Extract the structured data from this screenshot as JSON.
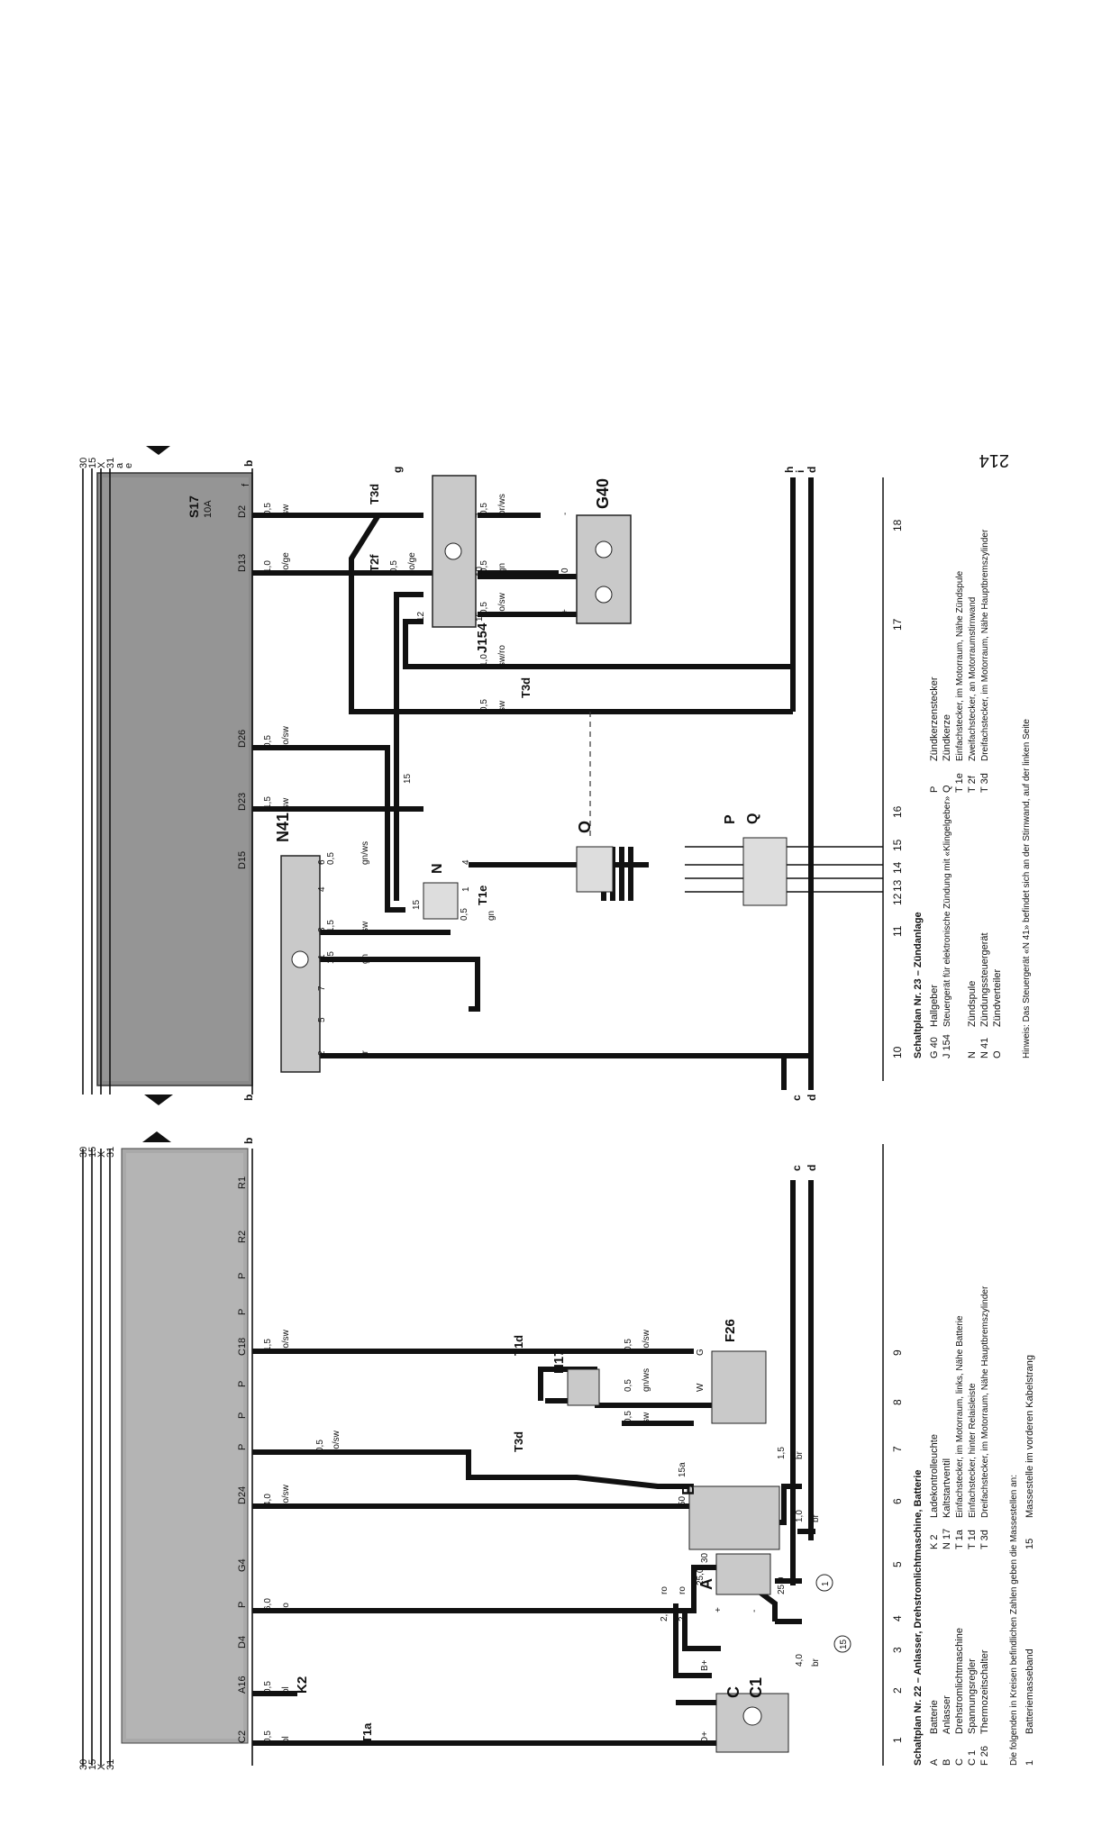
{
  "page_number": "214",
  "bus_labels": [
    "30",
    "15",
    "X",
    "31"
  ],
  "bus_labels_extra": [
    "a",
    "e",
    "f"
  ],
  "wire_letters": [
    "b",
    "c",
    "d",
    "g",
    "h",
    "i"
  ],
  "plan22": {
    "title": "Schaltplan Nr. 22 – Anlasser, Drehstromlichtmaschine, Batterie",
    "legend_left": [
      {
        "code": "A",
        "text": "Batterie"
      },
      {
        "code": "B",
        "text": "Anlasser"
      },
      {
        "code": "C",
        "text": "Drehstromlichtmaschine"
      },
      {
        "code": "C 1",
        "text": "Spannungsregler"
      },
      {
        "code": "F 26",
        "text": "Thermozeitschalter"
      }
    ],
    "legend_right": [
      {
        "code": "K 2",
        "text": "Ladekontrolleuchte"
      },
      {
        "code": "N 17",
        "text": "Kaltstartventil"
      },
      {
        "code": "T 1a",
        "text": "Einfachstecker, im Motorraum, links, Nähe Batterie"
      },
      {
        "code": "T 1d",
        "text": "Einfachstecker, hinter Relaisleiste"
      },
      {
        "code": "T 3d",
        "text": "Dreifachstecker, im Motorraum, Nähe Hauptbremszylinder"
      }
    ],
    "mass_note": "Die folgenden in Kreisen befindlichen Zahlen geben die Massestellen an:",
    "mass_points": [
      {
        "code": "1",
        "text": "Batteriemasseband"
      },
      {
        "code": "15",
        "text": "Massestelle im vorderen Kabelstrang"
      }
    ],
    "track_numbers": [
      "1",
      "2",
      "3",
      "4",
      "5",
      "6",
      "7",
      "8",
      "9"
    ],
    "relay_terminals": [
      "C2",
      "A16",
      "D4",
      "P",
      "G4",
      "D24",
      "P",
      "P",
      "P",
      "C18",
      "P",
      "P",
      "R2",
      "R1"
    ],
    "components": [
      "A",
      "B",
      "C",
      "C1",
      "F26",
      "N17",
      "K2",
      "T1a",
      "T1d",
      "T3d"
    ],
    "wires": [
      {
        "size": "0,5",
        "color": "bl"
      },
      {
        "size": "0,5",
        "color": "bl"
      },
      {
        "size": "6,0",
        "color": "ro"
      },
      {
        "size": "4,0",
        "color": "ro/sw"
      },
      {
        "size": "0,5",
        "color": "ro/sw"
      },
      {
        "size": "1,5",
        "color": "ro/sw"
      },
      {
        "size": "0,5",
        "color": "sw"
      },
      {
        "size": "0,5",
        "color": "gn/ws"
      },
      {
        "size": "0,5",
        "color": "ro/sw"
      },
      {
        "size": "2,5",
        "color": "ro"
      },
      {
        "size": "2,5",
        "color": "ro"
      },
      {
        "size": "25,0",
        "color": ""
      },
      {
        "size": "4,0",
        "color": "br"
      },
      {
        "size": "25,0",
        "color": ""
      },
      {
        "size": "1,5",
        "color": "br"
      },
      {
        "size": "1,0",
        "color": "br"
      }
    ],
    "terminal_marks": [
      "D+",
      "B+",
      "30",
      "50",
      "15a",
      "G",
      "W",
      "+",
      "-"
    ]
  },
  "plan23": {
    "title": "Schaltplan Nr. 23 – Zündanlage",
    "legend_left": [
      {
        "code": "G 40",
        "text": "Hallgeber"
      },
      {
        "code": "J 154",
        "text": "Steuergerät für elektronische Zündung mit «Klingelgeber»"
      },
      {
        "code": "N",
        "text": "Zündspule"
      },
      {
        "code": "N 41",
        "text": "Zündungssteuergerät"
      },
      {
        "code": "O",
        "text": "Zündverteiler"
      }
    ],
    "legend_right": [
      {
        "code": "P",
        "text": "Zündkerzenstecker"
      },
      {
        "code": "Q",
        "text": "Zündkerze"
      },
      {
        "code": "T 1e",
        "text": "Einfachstecker, im Motorraum, Nähe Zündspule"
      },
      {
        "code": "T 2f",
        "text": "Zweifachstecker, an Motorraumstirnwand"
      },
      {
        "code": "T 3d",
        "text": "Dreifachstecker, im Motorraum, Nähe Hauptbremszylinder"
      }
    ],
    "note": "Hinweis: Das Steuergerät «N 41» befindet sich an der Stirnwand, auf der linken Seite",
    "track_numbers": [
      "10",
      "11",
      "12",
      "13",
      "14",
      "15",
      "16",
      "17",
      "18"
    ],
    "relay_terminals": [
      "D15",
      "D23",
      "D26",
      "D13",
      "D2"
    ],
    "relay_marks": [
      "S17",
      "10A"
    ],
    "components": [
      "G40",
      "J154",
      "N",
      "N41",
      "O",
      "P",
      "Q",
      "T1e",
      "T2f",
      "T3d"
    ],
    "n41_pins": [
      "2",
      "5",
      "7",
      "1",
      "3",
      "4",
      "6"
    ],
    "j154_pins": [
      "12",
      "15",
      "10",
      "7"
    ],
    "g40_pins": [
      "+",
      "0",
      "-"
    ],
    "wires": [
      {
        "size": "",
        "color": "br"
      },
      {
        "size": "1,5",
        "color": "gn"
      },
      {
        "size": "1,5",
        "color": "sw"
      },
      {
        "size": "0,5",
        "color": "gn/ws"
      },
      {
        "size": "0,5",
        "color": "gn"
      },
      {
        "size": "1,5",
        "color": "sw"
      },
      {
        "size": "0,5",
        "color": "ro/sw"
      },
      {
        "size": "0,5",
        "color": "sw"
      },
      {
        "size": "1,0",
        "color": "sw/ro"
      },
      {
        "size": "1,0",
        "color": "ro/ge"
      },
      {
        "size": "0,5",
        "color": "sw"
      },
      {
        "size": "0,5",
        "color": "ro/ge"
      },
      {
        "size": "0,5",
        "color": "ro/sw"
      },
      {
        "size": "0,5",
        "color": "gn"
      },
      {
        "size": "0,5",
        "color": "br/ws"
      }
    ],
    "terminal_marks": [
      "15",
      "1",
      "4",
      "15"
    ]
  }
}
